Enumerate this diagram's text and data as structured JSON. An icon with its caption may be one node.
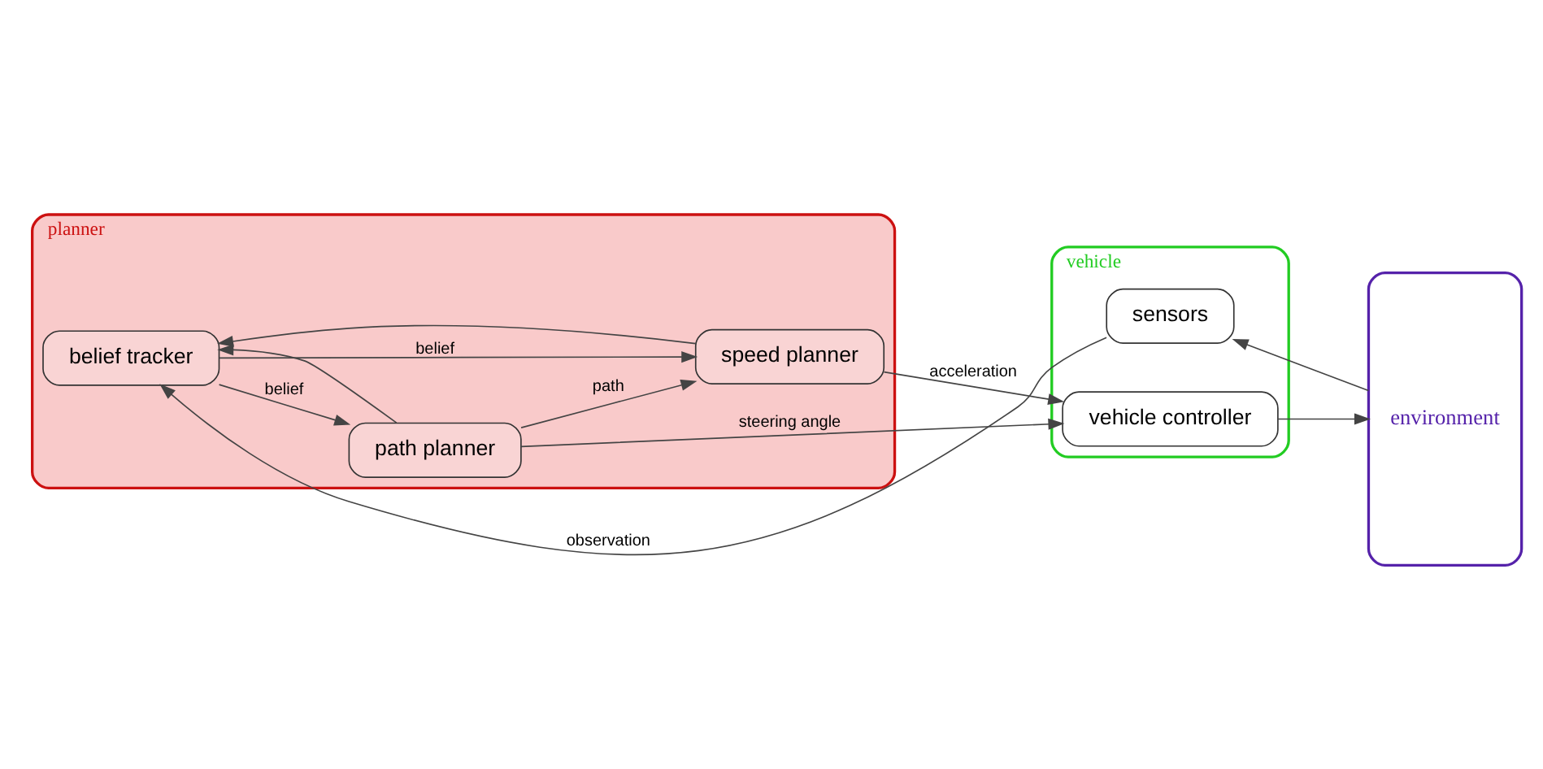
{
  "diagram": {
    "nodes": [
      {
        "text": [
          "planner"
        ]
      },
      {
        "text": [
          "belief tracker"
        ],
        "in": 0
      },
      {
        "text": [
          "path planner"
        ],
        "in": 0
      },
      {
        "text": [
          "speed planner"
        ],
        "in": 0
      },
      {
        "text": [
          "vehicle"
        ]
      },
      {
        "text": [
          "sensors"
        ],
        "in": 4
      },
      {
        "text": [
          "vehicle controller"
        ],
        "in": 4
      },
      {
        "text": [
          "environment"
        ]
      }
    ],
    "edges": [
      {
        "from": 5,
        "to": 1,
        "arrow": "to",
        "label": "observation"
      },
      {
        "from": 2,
        "to": 1,
        "arrow": "to"
      },
      {
        "from": 1,
        "to": 2,
        "arrow": "to",
        "label": "belief"
      },
      {
        "from": 1,
        "to": 3,
        "arrow": "to",
        "label": "belief"
      },
      {
        "from": 2,
        "to": 3,
        "arrow": "to",
        "label": "path"
      },
      {
        "from": 2,
        "to": 6,
        "arrow": "to",
        "label": "steering angle"
      },
      {
        "from": 3,
        "to": 6,
        "arrow": "to",
        "label": "acceleration"
      },
      {
        "from": 3,
        "to": 1,
        "arrow": "to"
      },
      {
        "from": 7,
        "to": 5,
        "arrow": "to"
      },
      {
        "from": 6,
        "to": 7,
        "arrow": "to"
      }
    ]
  }
}
